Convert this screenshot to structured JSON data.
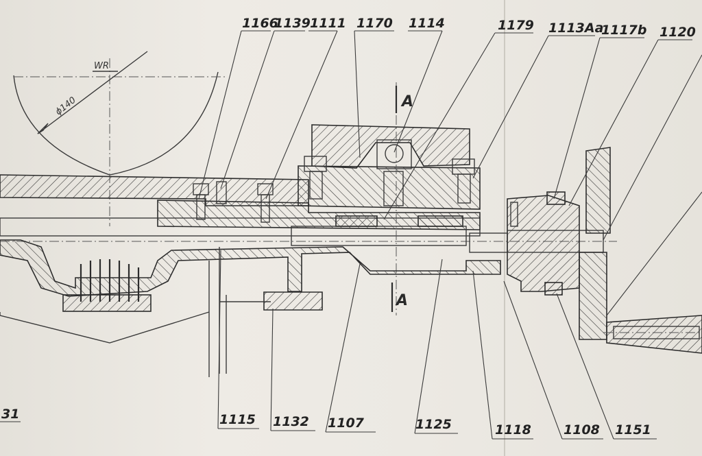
{
  "callouts_top": [
    "1166",
    "1139",
    "1111",
    "1170",
    "1114",
    "1179",
    "1113Aa",
    "1117b",
    "1120"
  ],
  "callouts_bottom": [
    "1115",
    "1132",
    "1107",
    "1125",
    "1118",
    "1108",
    "1151"
  ],
  "callout_left_partial": "31",
  "dimensions": {
    "radius": "WR",
    "diameter": "ϕ140"
  },
  "section_mark": "A"
}
